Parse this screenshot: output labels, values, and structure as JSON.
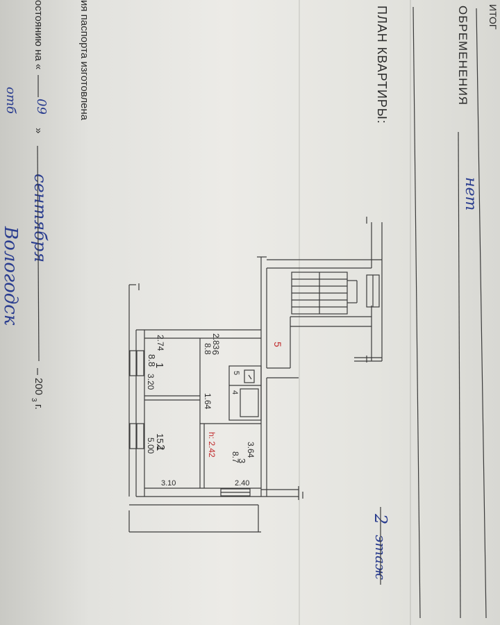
{
  "header": {
    "top_fragment": "ИТОГ",
    "encumbrance_label": "ОБРЕМЕНЕНИЯ",
    "encumbrance_value": "нет",
    "plan_title": "ПЛАН КВАРТИРЫ:",
    "floor_value": "2",
    "floor_label": "этаж"
  },
  "left_margin": {
    "line1_fragment": "ия паспорта изготовлена",
    "line2_prefix": "остоянию на «",
    "day": "09",
    "line2_suffix": "»",
    "month": "сентября",
    "year_prefix": "200",
    "year_suffix": "3",
    "year_end": "г.",
    "signature_fragment_1": "отб",
    "signature_fragment_2": "Вологодск"
  },
  "plan": {
    "room1_dim_top": "2.74",
    "room1_number": "1",
    "room1_area": "8.8",
    "room1_dim_side": "3.20",
    "room2_number": "2",
    "room2_area": "15.1",
    "room2_dim_side": "5.00",
    "room2_dim_bottom": "3.10",
    "room3_dim_top": "3.64",
    "room3_number": "3",
    "room3_area": "8.7",
    "room3_dim_bottom": "2.40",
    "room4_number": "4",
    "room5_number": "5",
    "room6_dim_top": "2.83",
    "room6_number": "6",
    "room6_area": "8.8",
    "room6_dim_side": "1.64",
    "ceiling_height": "h: 2.42",
    "red_mark": "5"
  }
}
